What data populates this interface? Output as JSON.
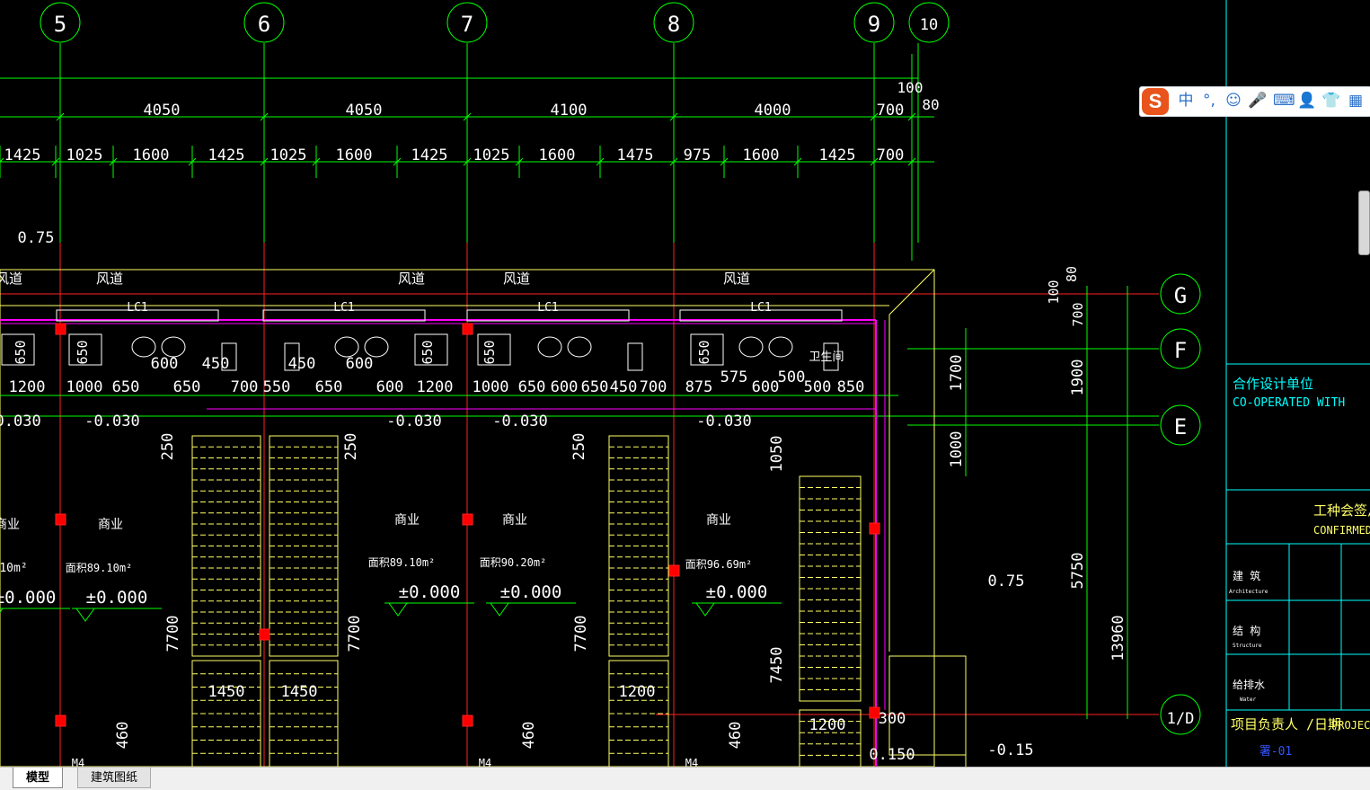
{
  "grid_axes": {
    "vertical": [
      "5",
      "6",
      "7",
      "8",
      "9",
      "10"
    ],
    "horizontal": [
      "G",
      "F",
      "E",
      "1/D"
    ]
  },
  "dims": {
    "top_overall": [
      "4050",
      "4050",
      "4100",
      "4000",
      "700"
    ],
    "top_detail": [
      "1425",
      "1025",
      "1600",
      "1425",
      "1025",
      "1600",
      "1425",
      "1025",
      "1600",
      "1475",
      "975",
      "1600",
      "1425",
      "700"
    ],
    "top_small_100": "100",
    "top_small_80": "80",
    "right_overall": "13960",
    "right_sub": [
      "1900",
      "5750"
    ],
    "right_small": [
      "1700",
      "1000"
    ],
    "right_tiny": [
      "100",
      "80",
      "700"
    ],
    "room_row": [
      "1200",
      "1000",
      "650",
      "650",
      "700",
      "550",
      "650",
      "600",
      "1200",
      "1000",
      "650",
      "600",
      "650",
      "450",
      "700",
      "875",
      "600",
      "500",
      "850"
    ],
    "sink_row": [
      "650",
      "650",
      "600",
      "450",
      "450",
      "600",
      "650",
      "650",
      "575",
      "500",
      "650"
    ],
    "stair_dims": [
      "250",
      "250",
      "250",
      "1050",
      "7700",
      "7700",
      "7700",
      "7450",
      "1450",
      "1450",
      "1200",
      "1200",
      "460",
      "460",
      "460",
      "300",
      "150"
    ]
  },
  "labels": {
    "duct": "风道",
    "window": "LC1",
    "shop": "商业",
    "toilet": "卫生间",
    "door": "M4",
    "area_1": "面积89.10m²",
    "area_2": "面积89.10m²",
    "area_3": "面积90.20m²",
    "area_4": "面积96.69m²",
    "area_left": "10m²",
    "elev_zero": "±0.000",
    "elev_neg": "-0.030",
    "elev_075": "0.75",
    "elev_neg15": "-0.15",
    "elev_0150": "0.150"
  },
  "title_block": {
    "cooperate_cn": "合作设计单位",
    "cooperate_en": "CO-OPERATED  WITH",
    "confirm_cn": "工种会签/",
    "confirm_en": "CONFIRMED BY",
    "arch_cn": "建 筑",
    "arch_en": "Architecture",
    "struct_cn": "结 构",
    "struct_en": "Structure",
    "water_cn": "给排水",
    "water_en": "Water",
    "lead_cn": "项目负责人 /日期",
    "lead_en": "PROJECT",
    "stamp": "署-01"
  },
  "ime": {
    "logo": "S",
    "items": [
      "中",
      "°,",
      "☺",
      "🎤",
      "⌨",
      "👤",
      "👕",
      "▦"
    ]
  },
  "tabs": {
    "model": "模型",
    "layout": "建筑图纸"
  },
  "colors": {
    "grid": "#00ff00",
    "axis": "#ff2020",
    "wall": "#ffff66",
    "mag": "#ff00ff",
    "frame": "#00ffff",
    "text": "#ffffff",
    "bubble_text": "#ffffff"
  }
}
